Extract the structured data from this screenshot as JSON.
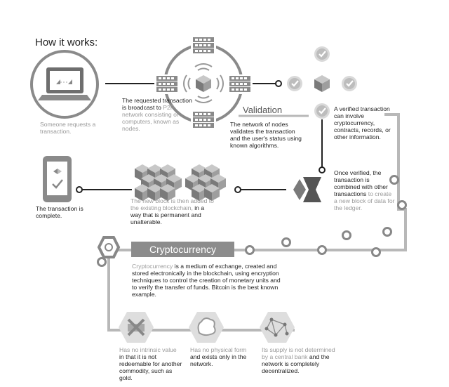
{
  "heading": "How it works:",
  "validation_label": "Validation",
  "crypto_banner": "Cryptocurrency",
  "steps": {
    "request": "Someone requests a transaction.",
    "broadcast_a": "The requested transaction is broadcast to ",
    "broadcast_b": "P2P network consisting of computers, known as nodes.",
    "validate": "The network of nodes validates the transaction and the user's status using known algorithms.",
    "verified": "A verified transaction can involve cryptocurrency, contracts, records, or other information.",
    "combine_a": "Once verified, the transaction is combined with other transactions ",
    "combine_b": "to create a new block of data for the ledger.",
    "added_a": "The new block is then added to the existing blockchain,",
    "added_b": " in a way that is permanent and unalterable.",
    "complete": "The transaction is complete."
  },
  "crypto_def_a": "Cryptocurrency",
  "crypto_def_b": " is a medium of exchange, created and stored electronically in the blockchain, using encryption techniques to control the creation of monetary units and to verify the transfer of funds. Bitcoin is the best known example.",
  "properties": [
    {
      "icon": "no-gold-icon",
      "a": "Has no intrinsic value",
      "b": " in that it is not redeemable for another commodity, such as gold."
    },
    {
      "icon": "no-physical-form-icon",
      "a": "Has no physical form",
      "b": " and exists only in the network."
    },
    {
      "icon": "network-icon",
      "a": "Its supply is not determined by a central bank",
      "b": " and the network is completely decentralized."
    }
  ],
  "colors": {
    "dark": "#222222",
    "mid": "#8c8c8c",
    "light": "#bdbdbd",
    "track": "#b8b8b8"
  }
}
